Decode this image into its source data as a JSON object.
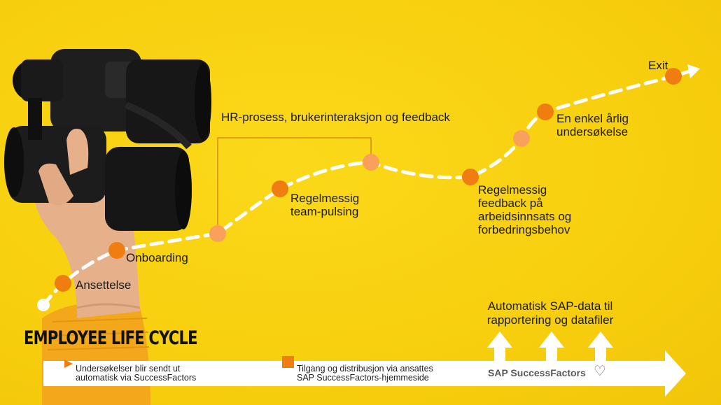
{
  "labels": {
    "hr_process": "HR-prosess, brukerinteraksjon og feedback",
    "ansettelse": "Ansettelse",
    "onboarding": "Onboarding",
    "team_pulsing_1": "Regelmessig",
    "team_pulsing_2": "team-pulsing",
    "feedback_1": "Regelmessig",
    "feedback_2": "feedback på",
    "feedback_3": "arbeidsinnsats og",
    "feedback_4": "forbedringsbehov",
    "survey_1": "En enkel årlig",
    "survey_2": "undersøkelse",
    "exit": "Exit"
  },
  "title": "EMPLOYEE LIFE CYCLE",
  "bottom_bar": {
    "item1_line1": "Undersøkelser blir sendt ut",
    "item1_line2": "automatisk via SuccessFactors",
    "item2_line1": "Tilgang og distribusjon via ansattes",
    "item2_line2": "SAP SuccessFactors-hjemmeside",
    "brand": "SAP SuccessFactors",
    "heart_icon": "♡"
  },
  "auto_data": {
    "line1": "Automatisk SAP-data til",
    "line2": "rapportering og datafiler"
  },
  "colors": {
    "background": "#f8d00f",
    "milestone_dark": "#f07d10",
    "milestone_light": "#f9a15a",
    "path": "#ffffff",
    "bracket": "#c0651a"
  }
}
